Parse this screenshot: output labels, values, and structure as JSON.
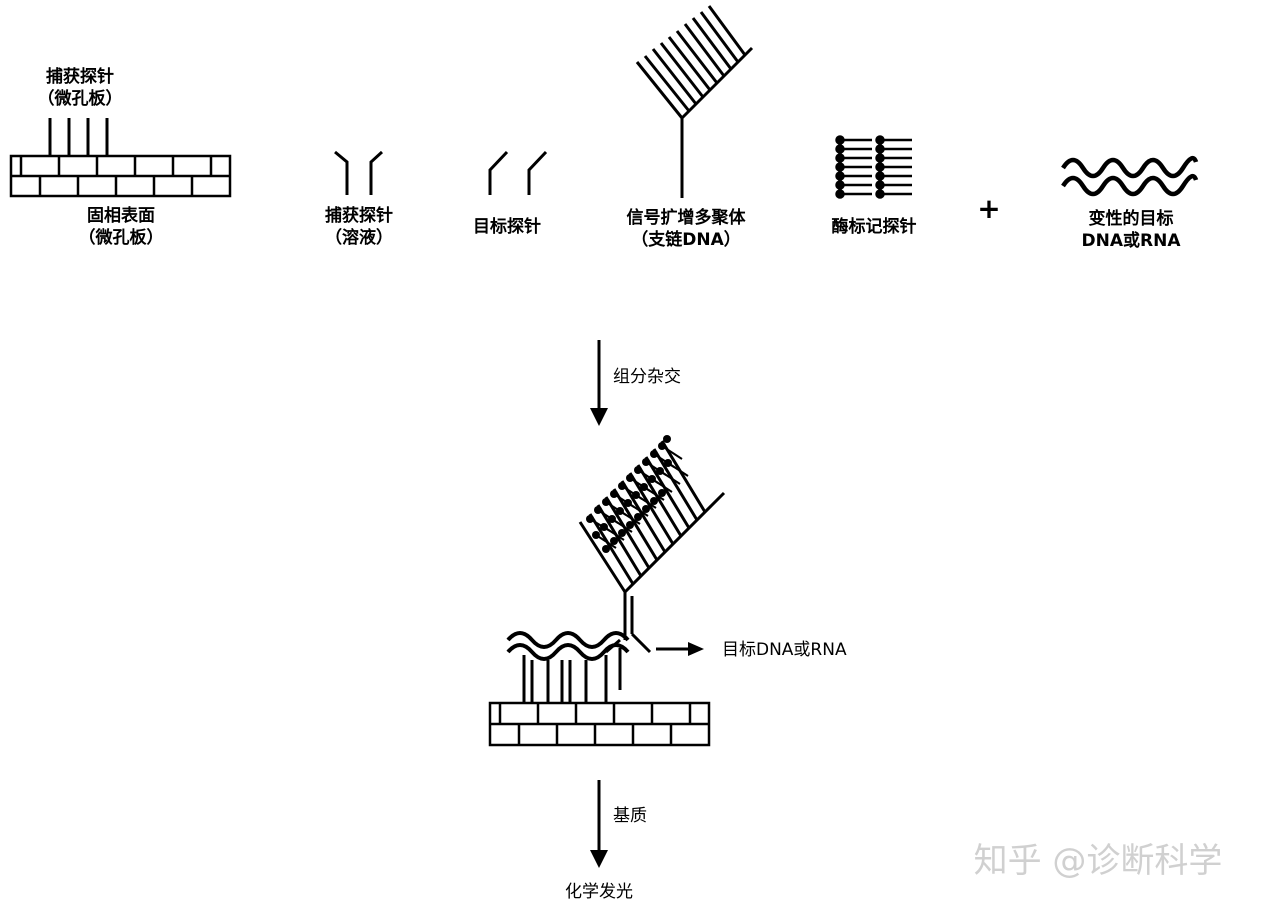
{
  "top_components": [
    {
      "id": "capture-probe-plate",
      "lines": [
        "捕获探针",
        "（微孔板）"
      ]
    },
    {
      "id": "solid-surface",
      "lines": [
        "固相表面",
        "（微孔板）"
      ]
    },
    {
      "id": "capture-probe-solution",
      "lines": [
        "捕获探针",
        "（溶液）"
      ]
    },
    {
      "id": "target-probe",
      "lines": [
        "目标探针"
      ]
    },
    {
      "id": "signal-amplifier",
      "lines": [
        "信号扩增多聚体",
        "（支链DNA）"
      ]
    },
    {
      "id": "enzyme-probe",
      "lines": [
        "酶标记探针"
      ]
    },
    {
      "id": "plus",
      "lines": [
        "+"
      ]
    },
    {
      "id": "denatured-target",
      "lines": [
        "变性的目标",
        "DNA或RNA"
      ]
    }
  ],
  "steps": {
    "hybridization": "组分杂交",
    "target_callout": "目标DNA或RNA",
    "substrate": "基质",
    "result": "化学发光"
  },
  "watermark": "知乎 @诊断科学"
}
